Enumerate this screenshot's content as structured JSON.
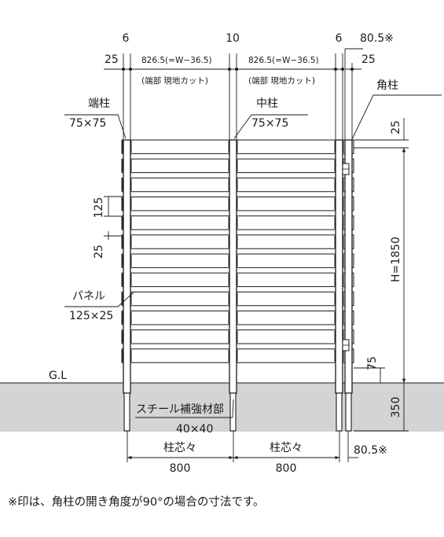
{
  "labels": {
    "top_gap_left": "6",
    "top_gap_mid": "10",
    "top_gap_right": "6",
    "top_corner_offset": "80.5※",
    "post_width_left": "25",
    "post_width_right": "25",
    "span_formula_1": "826.5(=W−36.5)",
    "span_note_1": "(端部 現地カット)",
    "span_formula_2": "826.5(=W−36.5)",
    "span_note_2": "(端部 現地カット)",
    "corner_post": "角柱",
    "end_post": "端柱",
    "end_post_size": "75×75",
    "mid_post": "中柱",
    "mid_post_size": "75×75",
    "panel": "パネル",
    "panel_size": "125×25",
    "board_height": "125",
    "board_gap": "25",
    "top_offset": "25",
    "height": "H=1850",
    "bottom_gap": "75",
    "embed_depth": "350",
    "ground_line": "G.L",
    "reinforcement": "スチール補強材部",
    "reinforcement_size": "40×40",
    "pitch_label_1": "柱芯々",
    "pitch_value_1": "800",
    "pitch_label_2": "柱芯々",
    "pitch_value_2": "800",
    "bottom_corner_offset": "80.5※",
    "footnote": "※印は、角柱の開き角度が90°の場合の寸法です。"
  },
  "colors": {
    "line": "#1a1a1a",
    "ground": "#d4d4d4",
    "panel_fill": "#ffffff"
  }
}
